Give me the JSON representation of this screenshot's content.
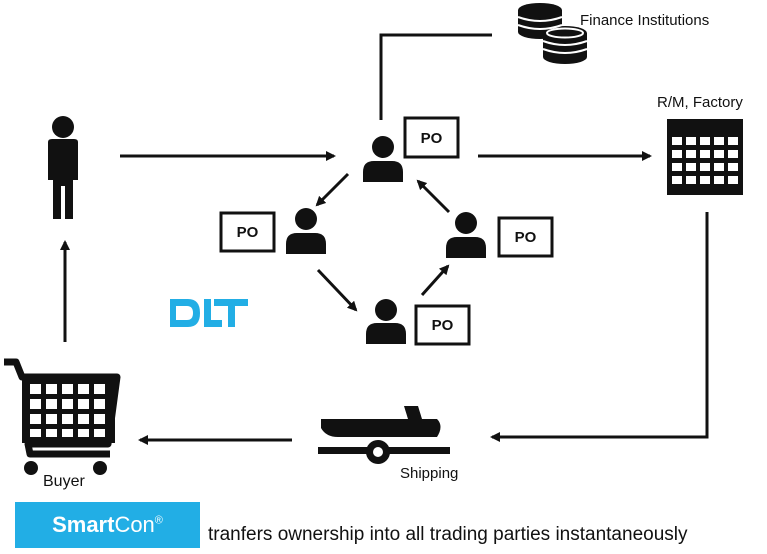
{
  "labels": {
    "finance": "Finance Institutions",
    "factory": "R/M, Factory",
    "shipping": "Shipping",
    "buyer": "Buyer",
    "dlt": "DLT"
  },
  "po_label": "PO",
  "smartcon": {
    "brand_bold": "Smart",
    "brand_regular": "Con",
    "reg_mark": "®",
    "badge_color": "#22aee5"
  },
  "caption": "tranfers ownership into all trading parties instantaneously",
  "colors": {
    "ink": "#111111",
    "dlt": "#22aee5"
  }
}
